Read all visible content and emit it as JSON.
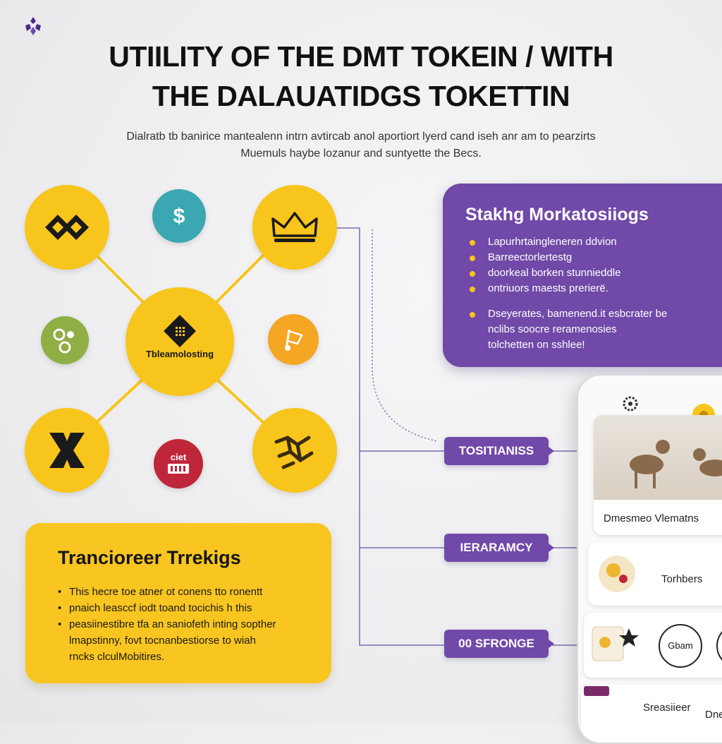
{
  "header": {
    "title_line1": "UTIILITY OF THE DMT TOKEIN / WITH",
    "title_line2": "THE DALAUATIDGS TOKETTIN",
    "subtitle_line1": "Dialratb tb banirice mantealenn intrn avtircab anol aportiort lyerd cand iseh anr am to pearzirts",
    "subtitle_line2": "Muemuls haybe lozanur and suntyette the Becs."
  },
  "hub": {
    "label": "Tbleamolosting",
    "icon": "chip-icon"
  },
  "nodes": [
    {
      "id": "top-left",
      "icon": "diamond-pair-icon"
    },
    {
      "id": "dollar",
      "icon": "dollar-icon",
      "color": "#3aa7b2"
    },
    {
      "id": "top-right",
      "icon": "crown-icon"
    },
    {
      "id": "recycle",
      "icon": "recycle-icon",
      "color": "#8fae44"
    },
    {
      "id": "flag",
      "icon": "flag-icon",
      "color": "#f5a623"
    },
    {
      "id": "bottom-left",
      "icon": "cross-arrows-icon"
    },
    {
      "id": "ticket",
      "icon": "ticket-icon",
      "color": "#c0263a",
      "label": "ciet"
    },
    {
      "id": "bottom-right",
      "icon": "network-icon"
    }
  ],
  "staking": {
    "title": "Stakhg Morkatosiiogs",
    "items": [
      "Lapurhrtaingleneren ddvion",
      "Barreectorlertestg",
      "doorkeal borken stunnieddle",
      "ontriuors maests prerierë.",
      "Dseyerates, bamenend.it esbcrater be",
      "nclibs soocre reramenosies",
      "tolchetten on sshlee!"
    ]
  },
  "transfer": {
    "title": "Tranciorеer Trrekigs",
    "items": [
      "This hecre toe atner ot conens tto ronentt",
      "pnaich leasccf iodt toand tocichis h this",
      "peasiinestibre tfa an saniofeth inting sopther",
      "lmapstinny, fovt tocnanbestiorse to wiah",
      "rncks clculMobitires."
    ]
  },
  "tags": [
    "TOSITIANISS",
    "IERARAMCY",
    "00 SFRONGE"
  ],
  "phone": {
    "card1_caption": "Dmesmeo Vlematns",
    "row1_label": "Torhbers",
    "row2_button": "Gbam",
    "row3_label": "Sreasiieer",
    "row3_extra": "Dne"
  },
  "colors": {
    "yellow": "#f8c51c",
    "purple": "#7149a8"
  }
}
